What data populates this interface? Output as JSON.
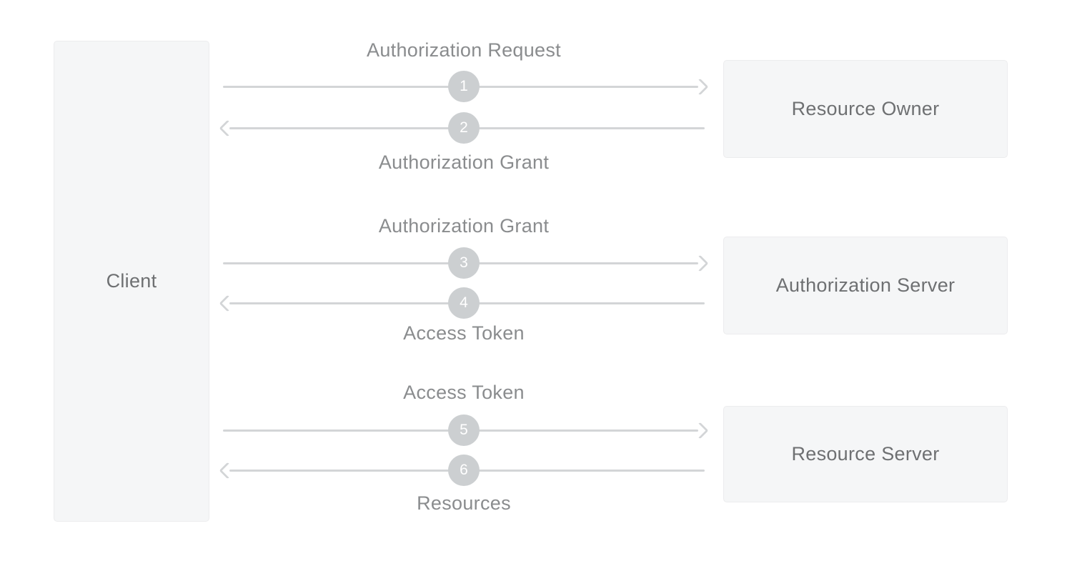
{
  "diagram": {
    "client_label": "Client",
    "actors": [
      "Resource Owner",
      "Authorization Server",
      "Resource Server"
    ],
    "flows": [
      {
        "forward": {
          "step": "1",
          "label": "Authorization Request",
          "direction": "client-to-actor"
        },
        "back": {
          "step": "2",
          "label": "Authorization Grant",
          "direction": "actor-to-client"
        }
      },
      {
        "forward": {
          "step": "3",
          "label": "Authorization Grant",
          "direction": "client-to-actor"
        },
        "back": {
          "step": "4",
          "label": "Access Token",
          "direction": "actor-to-client"
        }
      },
      {
        "forward": {
          "step": "5",
          "label": "Access Token",
          "direction": "client-to-actor"
        },
        "back": {
          "step": "6",
          "label": "Resources",
          "direction": "actor-to-client"
        }
      }
    ]
  },
  "theme": {
    "line_color": "#d3d5d7",
    "badge_color": "#cccfd1",
    "box_fill": "#f5f6f7",
    "box_border": "#ececee",
    "label_text": "#8a8c8e",
    "box_text": "#6e7072",
    "background": "#ffffff"
  }
}
